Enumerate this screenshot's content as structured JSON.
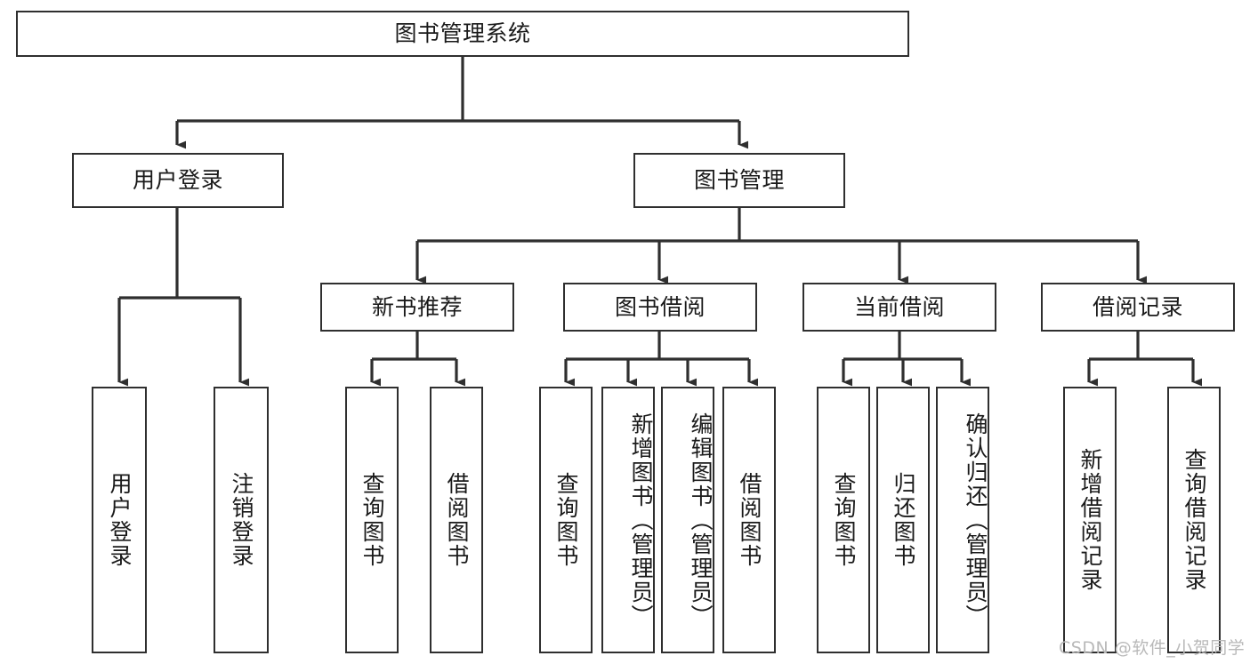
{
  "diagram": {
    "type": "tree-hierarchy",
    "title": "图书管理系统",
    "orientation": "top-down",
    "colors": {
      "stroke": "#2f2f2f",
      "fill": "#ffffff",
      "text": "#1a1a1a",
      "watermark": "#b9b9b9"
    },
    "watermark": "CSDN @软件_小贺同学",
    "nodes": {
      "root": {
        "label": "图书管理系统",
        "level": 0
      },
      "user_login": {
        "label": "用户登录",
        "level": 1
      },
      "book_manage": {
        "label": "图书管理",
        "level": 1
      },
      "new_book_rec": {
        "label": "新书推荐",
        "level": 2
      },
      "book_borrow": {
        "label": "图书借阅",
        "level": 2
      },
      "current_borrow": {
        "label": "当前借阅",
        "level": 2
      },
      "borrow_record": {
        "label": "借阅记录",
        "level": 2
      },
      "leaf_user_login": {
        "label": "用户登录",
        "level": 2
      },
      "leaf_logout": {
        "label": "注销登录",
        "level": 2
      },
      "leaf_query_book_1": {
        "label": "查询图书",
        "level": 3
      },
      "leaf_borrow_book_1": {
        "label": "借阅图书",
        "level": 3
      },
      "leaf_query_book_2": {
        "label": "查询图书",
        "level": 3
      },
      "leaf_add_book": {
        "label": "新增图书（管理员）",
        "level": 3
      },
      "leaf_edit_book": {
        "label": "编辑图书（管理员）",
        "level": 3
      },
      "leaf_borrow_book_2": {
        "label": "借阅图书",
        "level": 3
      },
      "leaf_query_book_3": {
        "label": "查询图书",
        "level": 3
      },
      "leaf_return_book": {
        "label": "归还图书",
        "level": 3
      },
      "leaf_confirm_return": {
        "label": "确认归还（管理员）",
        "level": 3
      },
      "leaf_add_record": {
        "label": "新增借阅记录",
        "level": 3
      },
      "leaf_query_record": {
        "label": "查询借阅记录",
        "level": 3
      }
    },
    "edges": [
      {
        "from": "root",
        "to": "user_login"
      },
      {
        "from": "root",
        "to": "book_manage"
      },
      {
        "from": "user_login",
        "to": "leaf_user_login"
      },
      {
        "from": "user_login",
        "to": "leaf_logout"
      },
      {
        "from": "book_manage",
        "to": "new_book_rec"
      },
      {
        "from": "book_manage",
        "to": "book_borrow"
      },
      {
        "from": "book_manage",
        "to": "current_borrow"
      },
      {
        "from": "book_manage",
        "to": "borrow_record"
      },
      {
        "from": "new_book_rec",
        "to": "leaf_query_book_1"
      },
      {
        "from": "new_book_rec",
        "to": "leaf_borrow_book_1"
      },
      {
        "from": "book_borrow",
        "to": "leaf_query_book_2"
      },
      {
        "from": "book_borrow",
        "to": "leaf_add_book"
      },
      {
        "from": "book_borrow",
        "to": "leaf_edit_book"
      },
      {
        "from": "book_borrow",
        "to": "leaf_borrow_book_2"
      },
      {
        "from": "current_borrow",
        "to": "leaf_query_book_3"
      },
      {
        "from": "current_borrow",
        "to": "leaf_return_book"
      },
      {
        "from": "current_borrow",
        "to": "leaf_confirm_return"
      },
      {
        "from": "borrow_record",
        "to": "leaf_add_record"
      },
      {
        "from": "borrow_record",
        "to": "leaf_query_record"
      }
    ]
  }
}
